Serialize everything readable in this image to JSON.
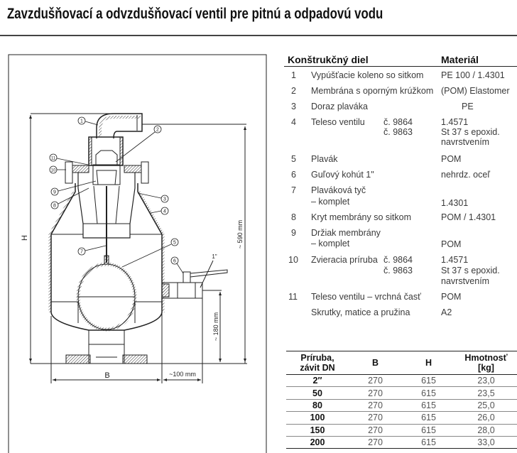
{
  "title": "Zavzdušňovací a odvzdušňovací ventil pre pitnú a odpadovú vodu",
  "drawing": {
    "dim_H": "H",
    "dim_B": "B",
    "dim_590": "~ 590 mm",
    "dim_180": "~ 180 mm",
    "dim_100": "~100 mm",
    "dim_1inch": "1\"",
    "callouts": [
      "1",
      "2",
      "3",
      "4",
      "5",
      "6",
      "7",
      "8",
      "9",
      "10",
      "11"
    ]
  },
  "parts": {
    "header_part": "Konštrukčný diel",
    "header_material": "Materiál",
    "rows": [
      {
        "no": "1",
        "name": "Vypúšťacie koleno so sitkom",
        "code": "",
        "material": "PE 100 / 1.4301"
      },
      {
        "no": "2",
        "name": "Membrána s oporným krúžkom",
        "code": "",
        "material": "(POM) Elastomer"
      },
      {
        "no": "3",
        "name": "Doraz plaváka",
        "code": "",
        "material": "PE"
      },
      {
        "no": "4",
        "name": "Teleso ventilu",
        "code": "č. 9864",
        "code2": "č. 9863",
        "material": "1.4571",
        "material2": "St 37 s epoxid.",
        "material3": "navrstvením"
      },
      {
        "no": "5",
        "name": "Plavák",
        "code": "",
        "material": "POM"
      },
      {
        "no": "6",
        "name": "Guľový kohút 1\"",
        "code": "",
        "material": "nehrdz. oceľ"
      },
      {
        "no": "7",
        "name": "Plaváková tyč",
        "name2": "– komplet",
        "code": "",
        "material": "1.4301"
      },
      {
        "no": "8",
        "name": "Kryt membrány so sitkom",
        "code": "",
        "material": "POM / 1.4301"
      },
      {
        "no": "9",
        "name": "Držiak membrány",
        "name2": " – komplet",
        "code": "",
        "material": "POM"
      },
      {
        "no": "10",
        "name": "Zvieracia príruba",
        "code": "č. 9864",
        "code2": "č. 9863",
        "material": "1.4571",
        "material2": "St 37 s epoxid.",
        "material3": "navrstvením"
      },
      {
        "no": "11",
        "name": "Teleso ventilu – vrchná časť",
        "code": "",
        "material": "POM"
      },
      {
        "no": "",
        "name": "Skrutky, matice a pružina",
        "code": "",
        "material": "A2"
      }
    ]
  },
  "dimensions": {
    "headers": [
      "Príruba,",
      "závit DN",
      "B",
      "H",
      "Hmotnosť",
      "[kg]"
    ],
    "rows": [
      [
        "2″",
        "270",
        "615",
        "23,0"
      ],
      [
        "50",
        "270",
        "615",
        "23,5"
      ],
      [
        "80",
        "270",
        "615",
        "25,0"
      ],
      [
        "100",
        "270",
        "615",
        "26,0"
      ],
      [
        "150",
        "270",
        "615",
        "28,0"
      ],
      [
        "200",
        "270",
        "615",
        "33,0"
      ]
    ]
  }
}
